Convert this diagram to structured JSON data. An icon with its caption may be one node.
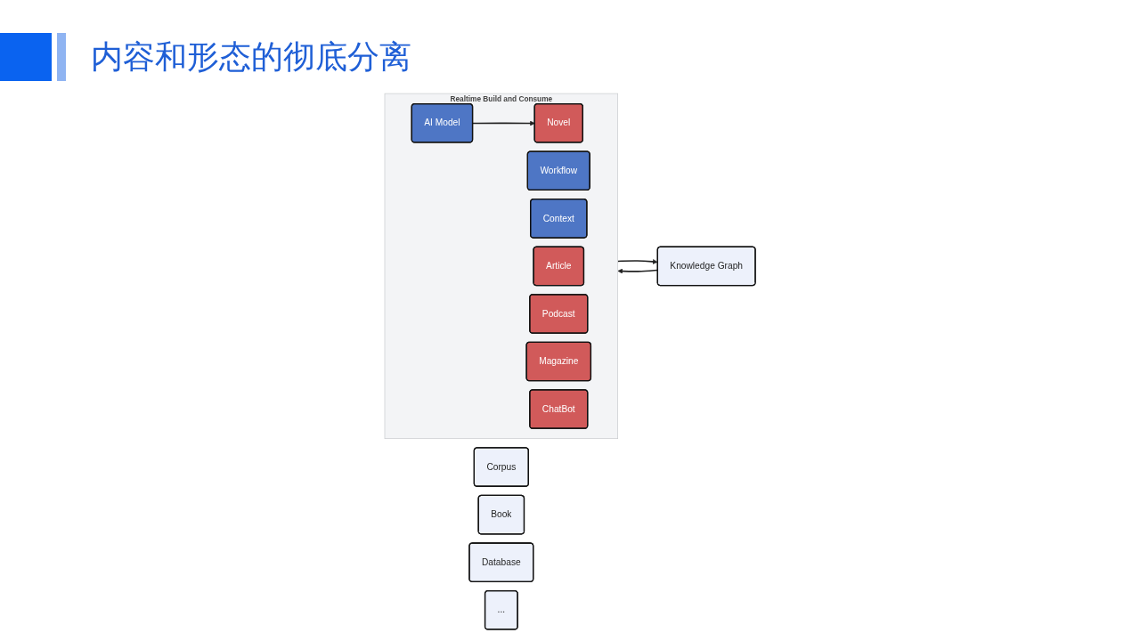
{
  "diagram": {
    "title": "内容和形态的彻底分离",
    "nodes": [
      {
        "text": [
          "Corpus"
        ]
      },
      {
        "text": [
          "Book"
        ]
      },
      {
        "text": [
          "Knowledge Graph"
        ]
      },
      {
        "text": [
          "Database"
        ]
      },
      {
        "text": [
          "..."
        ]
      },
      {
        "text": [
          "Realtime Build and Consume"
        ]
      },
      {
        "text": [
          "AI Model"
        ],
        "in": 5
      },
      {
        "text": [
          "Workflow"
        ],
        "in": 5
      },
      {
        "text": [
          "Context"
        ],
        "in": 5
      },
      {
        "text": [
          "Article"
        ],
        "in": 5
      },
      {
        "text": [
          "Podcast"
        ],
        "in": 5
      },
      {
        "text": [
          "Novel"
        ],
        "in": 5
      },
      {
        "text": [
          "Magazine"
        ],
        "in": 5
      },
      {
        "text": [
          "ChatBot"
        ],
        "in": 5
      }
    ],
    "edges": [
      {
        "from": 5,
        "to": 2,
        "arrow": "to"
      },
      {
        "from": 2,
        "to": 5,
        "arrow": "to"
      },
      {
        "from": 6,
        "to": 11,
        "arrow": "to"
      }
    ]
  }
}
